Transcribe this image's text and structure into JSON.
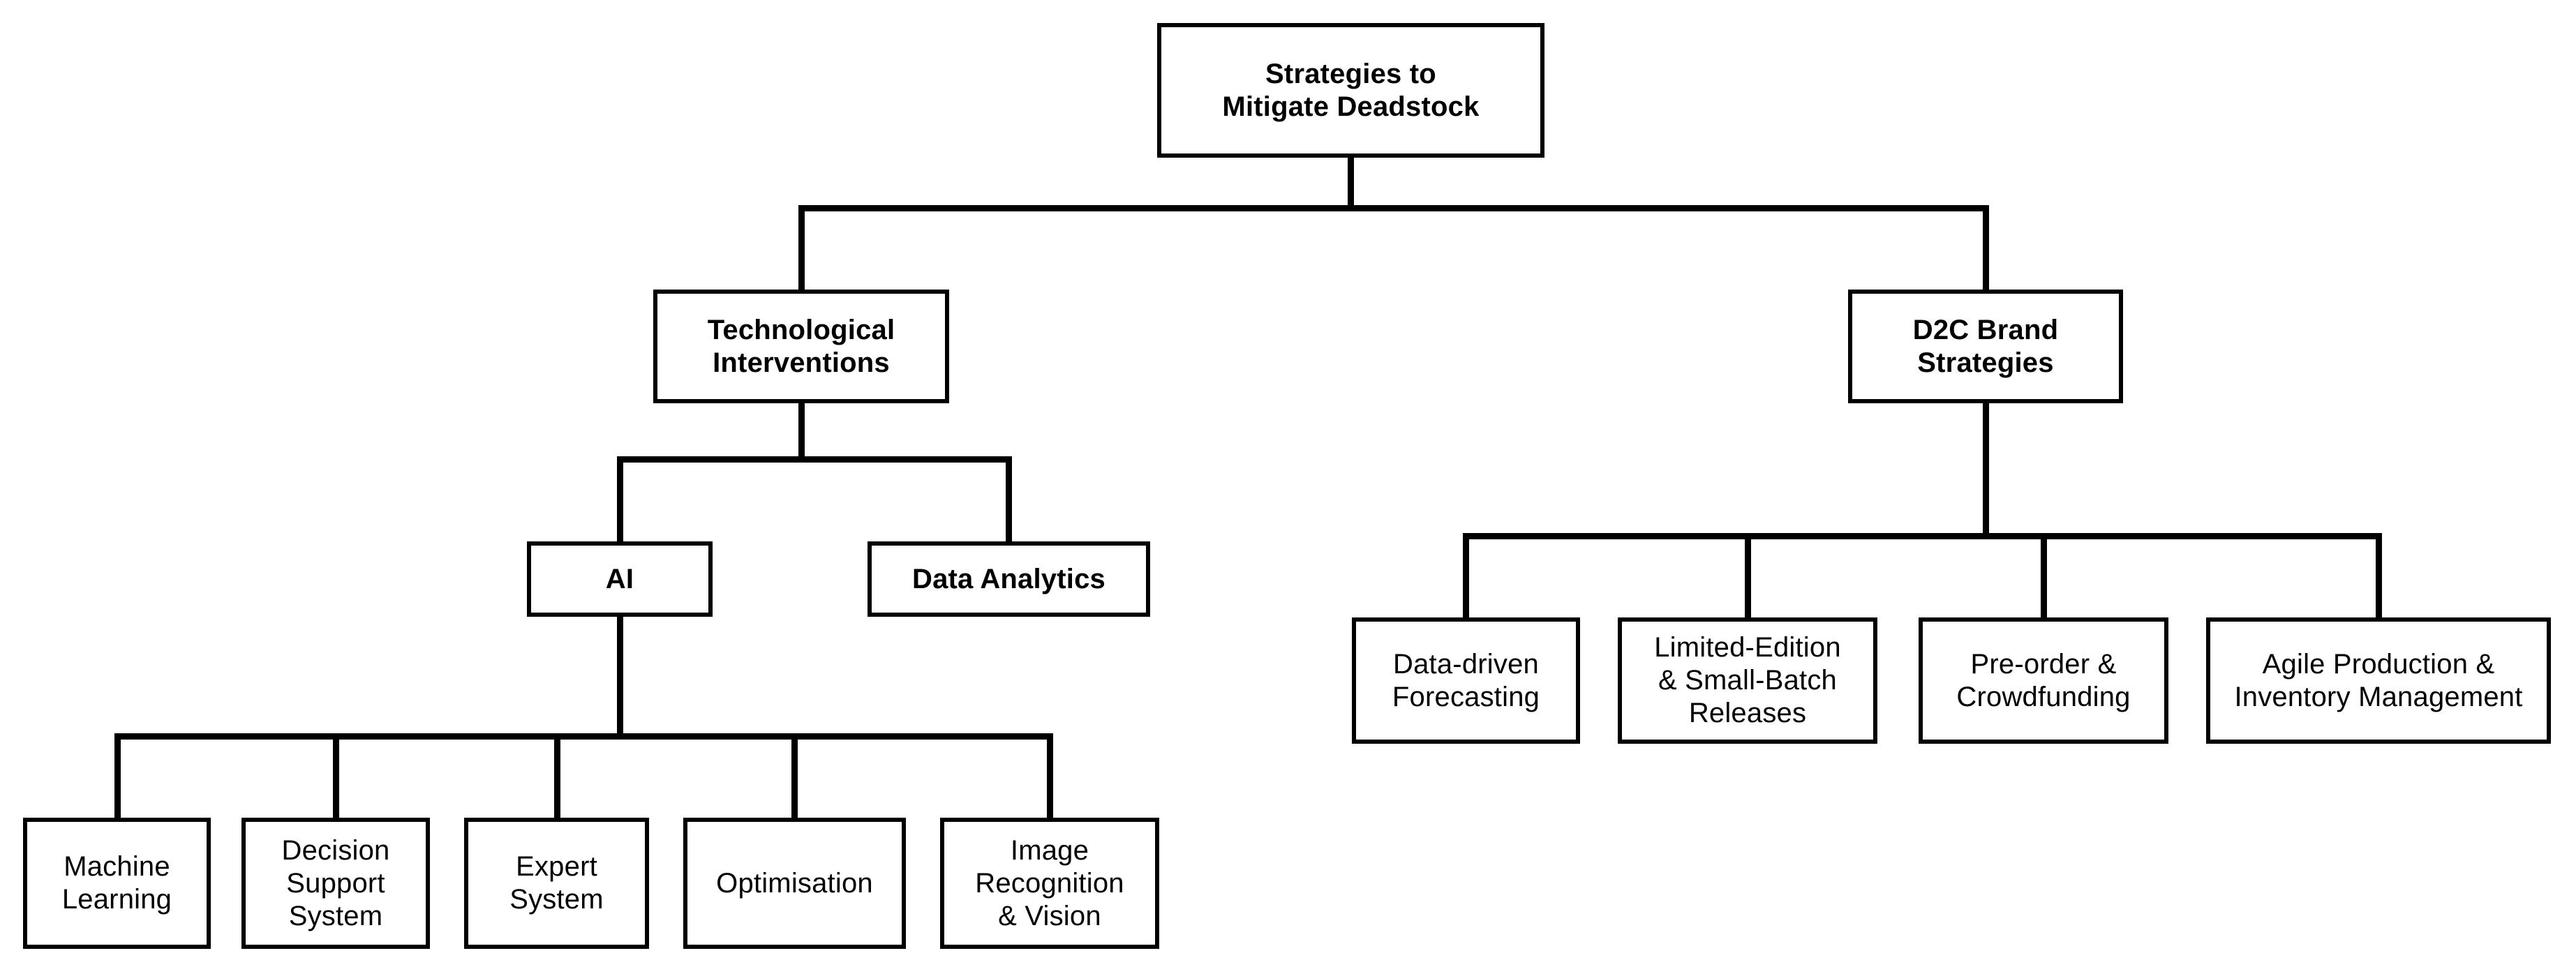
{
  "diagram": {
    "type": "tree",
    "title": "Strategies to Mitigate Deadstock",
    "colors": {
      "background": "#ffffff",
      "box_fill": "#ffffff",
      "box_border": "#000000",
      "line": "#000000",
      "text": "#000000"
    },
    "root": {
      "label": "Strategies to\nMitigate Deadstock",
      "children": [
        {
          "label": "Technological\nInterventions",
          "children": [
            {
              "label": "AI",
              "children": [
                {
                  "label": "Machine\nLearning"
                },
                {
                  "label": "Decision\nSupport\nSystem"
                },
                {
                  "label": "Expert\nSystem"
                },
                {
                  "label": "Optimisation"
                },
                {
                  "label": "Image\nRecognition\n& Vision"
                }
              ]
            },
            {
              "label": "Data Analytics",
              "children": []
            }
          ]
        },
        {
          "label": "D2C Brand\nStrategies",
          "children": [
            {
              "label": "Data-driven\nForecasting"
            },
            {
              "label": "Limited-Edition\n& Small-Batch\nReleases"
            },
            {
              "label": "Pre-order &\nCrowdfunding"
            },
            {
              "label": "Agile Production &\nInventory Management"
            }
          ]
        }
      ]
    }
  }
}
